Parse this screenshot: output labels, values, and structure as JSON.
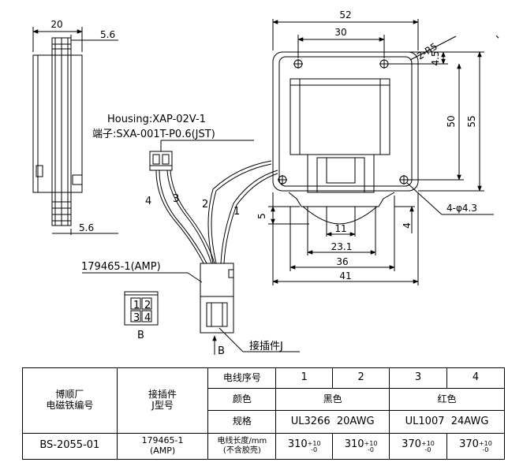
{
  "drawing": {
    "side_view": {
      "width_dim": "20",
      "flange_dim_top": "5.6",
      "flange_dim_bottom": "5.6"
    },
    "front_view": {
      "overall_width": "52",
      "hole_spacing_width": "30",
      "corner_radius": "2-R5",
      "hole_offset": "4.5",
      "hole_spacing_height": "50",
      "overall_height": "55",
      "mounting_holes": "4-φ4.3",
      "slot_width": "11",
      "dim_23_1": "23.1",
      "dim_36": "36",
      "dim_41": "41",
      "dim_5": "5",
      "dim_4": "4"
    },
    "housing_label": "Housing:XAP-02V-1",
    "terminal_label": "端子:SXA-001T-P0.6(JST)",
    "wire_labels": [
      "4",
      "3",
      "2",
      "1"
    ],
    "amp_label": "179465-1(AMP)",
    "connector_pins": [
      "1",
      "2",
      "3",
      "4"
    ],
    "view_b_label": "B",
    "arrow_b_label": "B",
    "connector_j_label": "接插件J",
    "corner_mark": "、"
  },
  "table": {
    "col1_header": "博顺厂\n电磁铁编号",
    "col2_header": "接插件\nJ型号",
    "row_labels": [
      "电线序号",
      "颜色",
      "规格",
      "电线长度/mm\n(不含胶壳)"
    ],
    "wire_numbers": [
      "1",
      "2",
      "3",
      "4"
    ],
    "colors": [
      "黑色",
      "红色"
    ],
    "specs": [
      "UL3266  20AWG",
      "UL1007  24AWG"
    ],
    "part_number": "BS-2055-01",
    "connector_model": "179465-1\n(AMP)",
    "lengths": [
      "310",
      "310",
      "370",
      "370"
    ],
    "tol_upper": "+10",
    "tol_lower": "-0"
  }
}
